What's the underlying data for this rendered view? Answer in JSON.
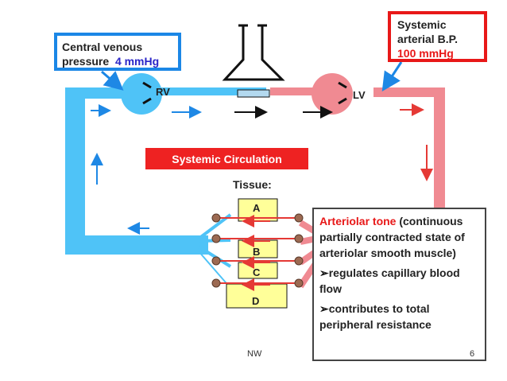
{
  "labels": {
    "rv": "RV",
    "lv": "LV",
    "banner": "Systemic Circulation",
    "tissue_title": "Tissue:",
    "tissues": [
      "A",
      "B",
      "C",
      "D"
    ]
  },
  "cvp_box": {
    "label": "Central venous pressure",
    "value": "4 mmHg"
  },
  "sbp_box": {
    "label": "Systemic arterial B.P.",
    "value": "100 mmHg"
  },
  "tone_box": {
    "heading": "Arteriolar tone",
    "heading_rest": " (continuous partially contracted state of arteriolar smooth muscle)",
    "point1": "regulates capillary blood flow",
    "point2": "contributes to total peripheral resistance"
  },
  "footer": {
    "author": "NW",
    "page": "6"
  },
  "colors": {
    "venous": "#4fc3f7",
    "arterial": "#f08a92",
    "venous_arrow": "#1e88e5",
    "arterial_arrow": "#e53935",
    "tissue_fill": "#ffff99",
    "sphincter": "#9c6a52"
  },
  "icons": {
    "checkmark": "➢"
  }
}
